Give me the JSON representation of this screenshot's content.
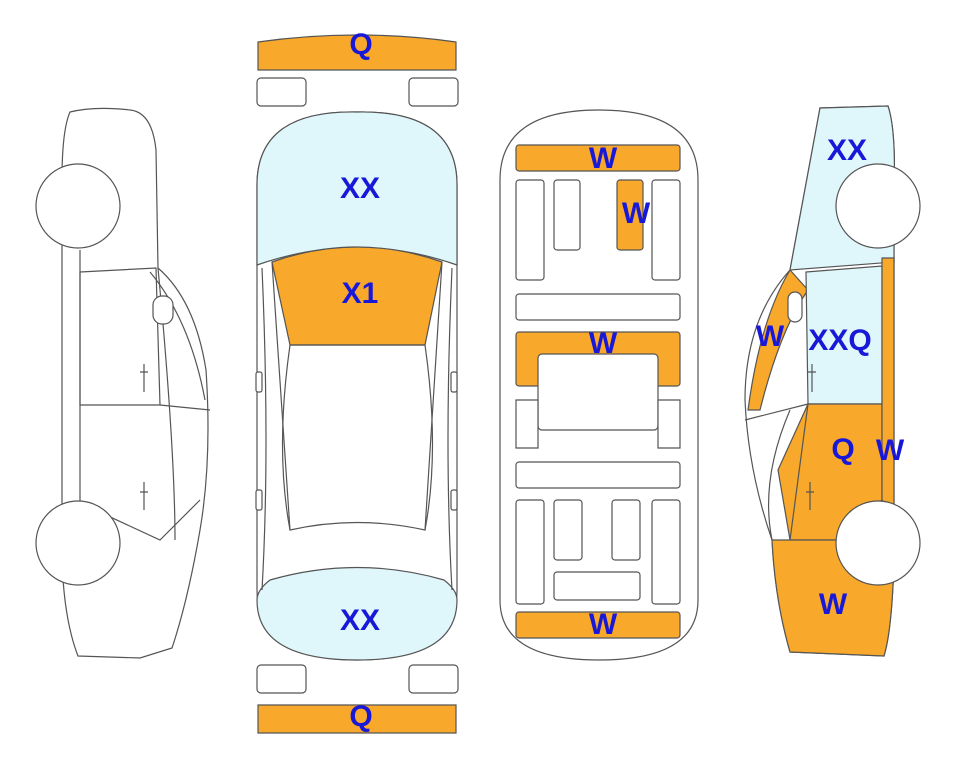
{
  "colors": {
    "damage": "#f8a82b",
    "glass": "#dff6fb",
    "outline": "#555555",
    "label": "#1818d8"
  },
  "labels": {
    "top_front_bumper": "Q",
    "top_windshield": "XX",
    "top_hood": "X1",
    "top_rear_window": "XX",
    "top_rear_bumper": "Q",
    "under_front": "W",
    "under_rail": "W",
    "under_middle": "W",
    "under_rear": "W",
    "right_windshield": "XX",
    "right_a_pillar": "W",
    "right_front_glass": "XXQ",
    "right_front_door": "Q",
    "right_b_pillar": "W",
    "right_front_fender": "W"
  }
}
